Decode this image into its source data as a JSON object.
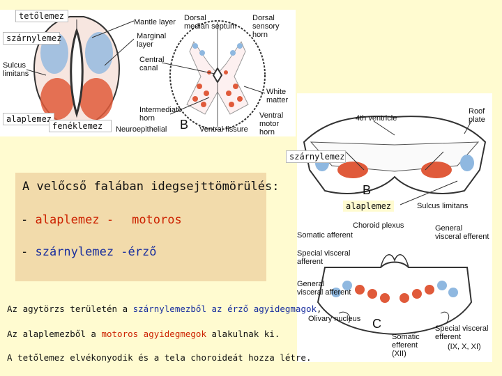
{
  "colors": {
    "background": "#fffbd0",
    "box_fill": "#f2dbab",
    "red_text": "#cc2200",
    "blue_text": "#1a2f9e",
    "motor_dots": "#e05a3a",
    "sensory_dots": "#8fb8e0"
  },
  "tags": {
    "tetolemez": "tetőlemez",
    "szarnylemez_top": "szárnylemez",
    "alaplemez_left": "alaplemez",
    "fenéklemez": "fenéklemez",
    "szarnylemez_right": "szárnylemez",
    "alaplemez_right": "alaplemez"
  },
  "figure_a": {
    "mantle_layer": "Mantle layer",
    "marginal_layer": "Marginal\nlayer",
    "sulcus_limitans": "Sulcus\nlimitans",
    "central_canal": "Central\ncanal",
    "intermediate_horn": "Intermediate\nhorn",
    "neuroepithelial_layer": "Neuroepithelial\nlayer",
    "dorsal_median_septum": "Dorsal\nmedian septum",
    "dorsal_sensory_horn": "Dorsal\nsensory\nhorn",
    "white_matter": "White\nmatter",
    "ventral_motor_horn": "Ventral\nmotor horn",
    "ventral_fissure": "Ventral fissure",
    "panel_letter": "B"
  },
  "figure_b": {
    "fourth_ventricle": "4th ventricle",
    "roof_plate": "Roof\nplate",
    "panel_letter": "B",
    "sulcus_limitans": "Sulcus limitans",
    "choroid_plexus": "Choroid plexus",
    "somatic_afferent": "Somatic afferent",
    "general_visceral_efferent": "General\nvisceral efferent",
    "special_visceral_afferent": "Special visceral\nafferent",
    "general_visceral_afferent": "General\nvisceral afferent",
    "olivary_nucleus": "Olivary nucleus",
    "panel_letter_c": "C",
    "special_visceral_efferent": "Special visceral\nefferent",
    "somatic_efferent": "Somatic\nefferent\n(XII)",
    "cranial_nerves": "(IX, X, XI)"
  },
  "box": {
    "title": "A velőcső falában idegsejttömörülés:",
    "line1_dash": "- ",
    "line1_term": "alaplemez -",
    "line1_meaning": "motoros",
    "line2_dash": "- ",
    "line2_term": "szárnylemez -",
    "line2_meaning": "érző"
  },
  "bottom": {
    "p1_a": "Az agytörzs területén a ",
    "p1_b": "szárnylemezből az érző agyidegmagok",
    "p1_c": ",",
    "p2_a": "Az alaplemezből a ",
    "p2_b": "motoros agyidegmegok",
    "p2_c": " alakulnak ki.",
    "p3": "A tetőlemez elvékonyodik és a tela choroideát hozza létre."
  }
}
